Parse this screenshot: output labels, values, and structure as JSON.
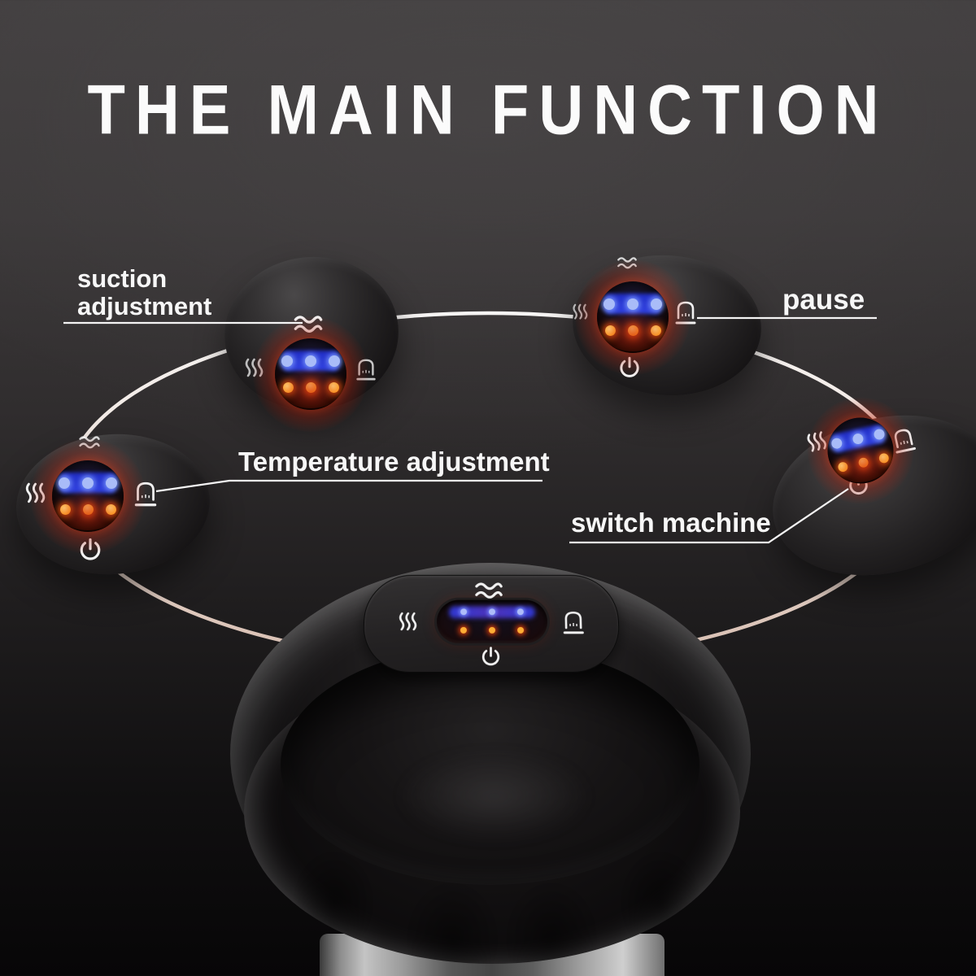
{
  "title": "THE MAIN FUNCTION",
  "theme": {
    "background_top": "#434041",
    "background_bottom": "#070607",
    "text_color": "#f7f7f7",
    "orbit_ring_color": "#d7bdb0",
    "led_band_blue": "#3445ec",
    "led_dot_blue": "#a9bcf8",
    "led_dot_orange": "#ff9f2a",
    "led_glow_red": "#c61d08"
  },
  "callouts": {
    "suction": {
      "line1": "suction",
      "line2": "adjustment",
      "target_icon": "wave-icon"
    },
    "pause": {
      "label": "pause",
      "target_icon": "cupping-cup-icon"
    },
    "temperature": {
      "label": "Temperature adjustment",
      "target_icon": "cupping-cup-icon"
    },
    "switch": {
      "label": "switch machine",
      "target_icon": "power-icon"
    }
  },
  "icons": {
    "suction_control": "wave-icon",
    "heat_control": "heat-wave-icon",
    "cupping_mode": "cupping-cup-icon",
    "power": "power-icon"
  },
  "led_display": {
    "blue_dots": 3,
    "orange_dots": 3
  }
}
